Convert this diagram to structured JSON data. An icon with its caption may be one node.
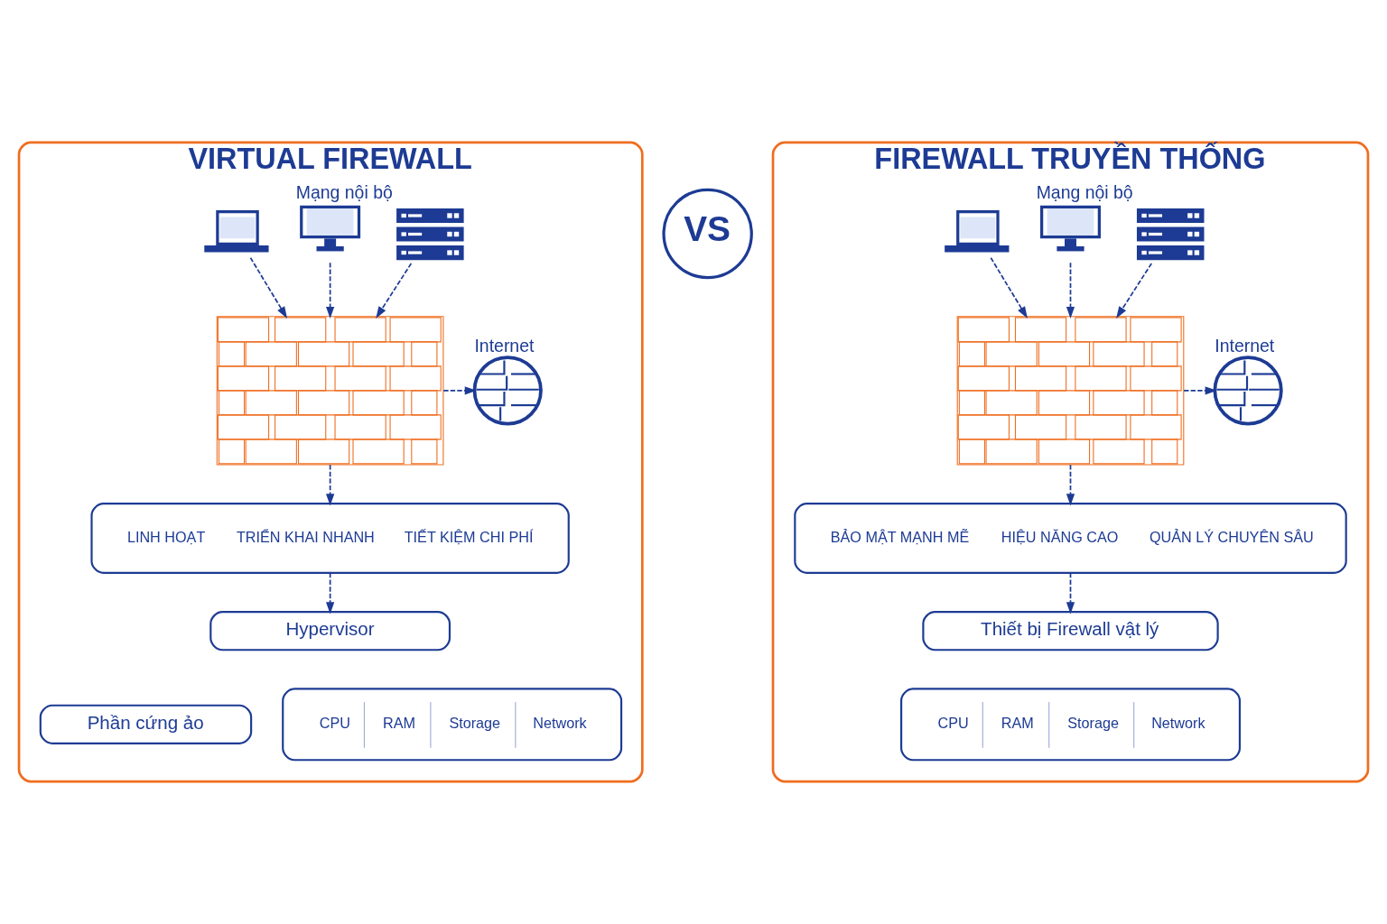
{
  "diagram": {
    "nodes": [
      {
        "text": [
          "VIRTUAL FIREWALL"
        ]
      },
      {
        "text": [],
        "shape": "picture",
        "in": 0
      },
      {
        "text": [],
        "shape": "picture",
        "in": 0
      },
      {
        "text": [],
        "shape": "picture",
        "in": 0,
        "beside": [
          "Mạng nội bộ"
        ]
      },
      {
        "text": [],
        "shape": "picture",
        "in": 0
      },
      {
        "text": [],
        "shape": "picture",
        "in": 0,
        "beside": [
          "Internet"
        ]
      },
      {
        "text": [
          "LINH HOẠT",
          "TRIỂN KHAI NHANH",
          "TIẾT KIỆM CHI PHÍ"
        ],
        "in": 0
      },
      {
        "text": [
          "Hypervisor"
        ],
        "in": 0
      },
      {
        "text": [
          "Phần cứng ảo"
        ],
        "in": 0
      },
      {
        "text": [
          "CPU",
          "RAM",
          "Storage",
          "Network"
        ],
        "in": 0
      },
      {
        "text": [
          "VS"
        ]
      },
      {
        "text": [
          "FIREWALL TRUYỀN THỐNG"
        ]
      },
      {
        "text": [],
        "shape": "picture",
        "in": 11
      },
      {
        "text": [],
        "shape": "picture",
        "in": 11
      },
      {
        "text": [],
        "shape": "picture",
        "in": 11,
        "beside": [
          "Mạng nội bộ"
        ]
      },
      {
        "text": [],
        "shape": "picture",
        "in": 11
      },
      {
        "text": [],
        "shape": "picture",
        "in": 11,
        "beside": [
          "Internet"
        ]
      },
      {
        "text": [
          "BẢO MẬT MẠNH MẼ",
          "HIỆU NĂNG CAO",
          "QUẢN LÝ CHUYÊN SÂU"
        ],
        "in": 11
      },
      {
        "text": [
          "Thiết bị Firewall vật lý"
        ],
        "in": 11
      },
      {
        "text": [
          "CPU",
          "RAM",
          "Storage",
          "Network"
        ],
        "in": 11
      }
    ],
    "edges": [
      {
        "from": 1,
        "to": 4,
        "arrow": "to",
        "style": "dashed"
      },
      {
        "from": 2,
        "to": 4,
        "arrow": "to",
        "style": "dashed"
      },
      {
        "from": 3,
        "to": 4,
        "arrow": "to",
        "style": "dashed"
      },
      {
        "from": 4,
        "to": 5,
        "arrow": "to",
        "style": "dashed"
      },
      {
        "from": 4,
        "to": 6,
        "arrow": "to",
        "style": "dashed"
      },
      {
        "from": 6,
        "to": 7,
        "arrow": "to",
        "style": "dashed"
      },
      {
        "from": 12,
        "to": 15,
        "arrow": "to",
        "style": "dashed"
      },
      {
        "from": 13,
        "to": 15,
        "arrow": "to",
        "style": "dashed"
      },
      {
        "from": 14,
        "to": 15,
        "arrow": "to",
        "style": "dashed"
      },
      {
        "from": 15,
        "to": 16,
        "arrow": "to",
        "style": "dashed"
      },
      {
        "from": 15,
        "to": 17,
        "arrow": "to",
        "style": "dashed"
      },
      {
        "from": 17,
        "to": 18,
        "arrow": "to",
        "style": "dashed"
      }
    ]
  }
}
